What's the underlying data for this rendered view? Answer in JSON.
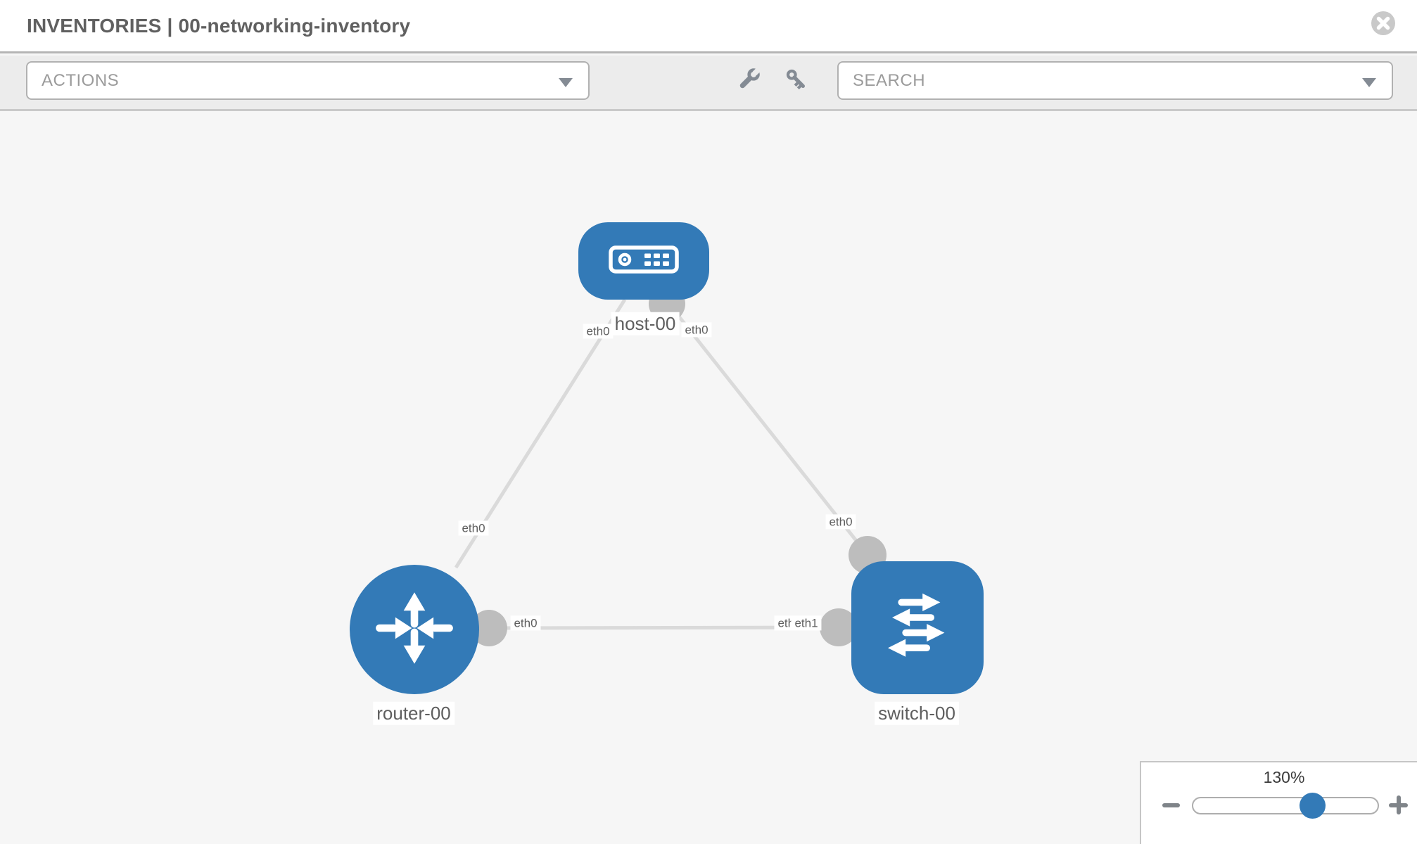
{
  "window": {
    "title": "INVENTORIES | 00-networking-inventory"
  },
  "toolbar": {
    "actions_label": "ACTIONS",
    "search_label": "SEARCH",
    "tools": [
      {
        "icon": "wrench-icon"
      },
      {
        "icon": "key-icon"
      }
    ]
  },
  "topology": {
    "nodes": [
      {
        "id": "host-00",
        "type": "host",
        "label": "host-00"
      },
      {
        "id": "router-00",
        "type": "router",
        "label": "router-00"
      },
      {
        "id": "switch-00",
        "type": "switch",
        "label": "switch-00"
      }
    ],
    "links": [
      {
        "source": "host-00",
        "target": "router-00",
        "source_interface": "eth0",
        "target_interface": "eth0"
      },
      {
        "source": "host-00",
        "target": "switch-00",
        "source_interface": "eth0",
        "target_interface": "eth0"
      },
      {
        "source": "router-00",
        "target": "switch-00",
        "source_interface": "eth0",
        "target_interface": "eth1"
      }
    ],
    "overlapped_interface_label": "eth0"
  },
  "zoom": {
    "level": "130%"
  },
  "colors": {
    "node_blue": "#337ab7",
    "link_gray": "#dadada",
    "connector_gray": "#bdbdbd",
    "toolbar_bg": "#ececec",
    "canvas_bg": "#f6f6f6"
  }
}
